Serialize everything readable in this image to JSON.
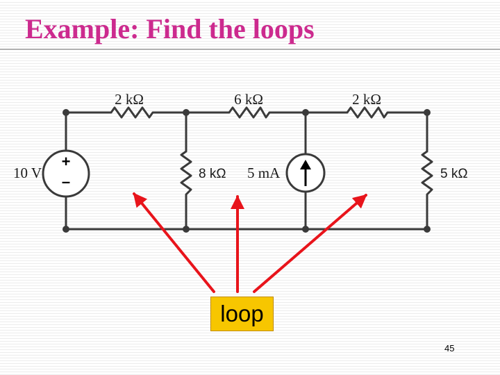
{
  "slide": {
    "title": "Example: Find the loops",
    "title_color": "#cc2a8e",
    "page_number": "45"
  },
  "circuit": {
    "voltage_source": {
      "label": "10 V",
      "plus": "+",
      "minus": "–"
    },
    "resistors": {
      "r_top_left": "2 kΩ",
      "r_top_middle": "6 kΩ",
      "r_top_right": "2 kΩ",
      "r_shunt_middle": "8 kΩ",
      "r_shunt_right": "5 kΩ"
    },
    "current_source": {
      "label": "5 mA"
    },
    "wire_color": "#3a3a3a"
  },
  "callout": {
    "label": "loop",
    "box_color": "#f7c600",
    "arrow_color": "#e8141b"
  }
}
